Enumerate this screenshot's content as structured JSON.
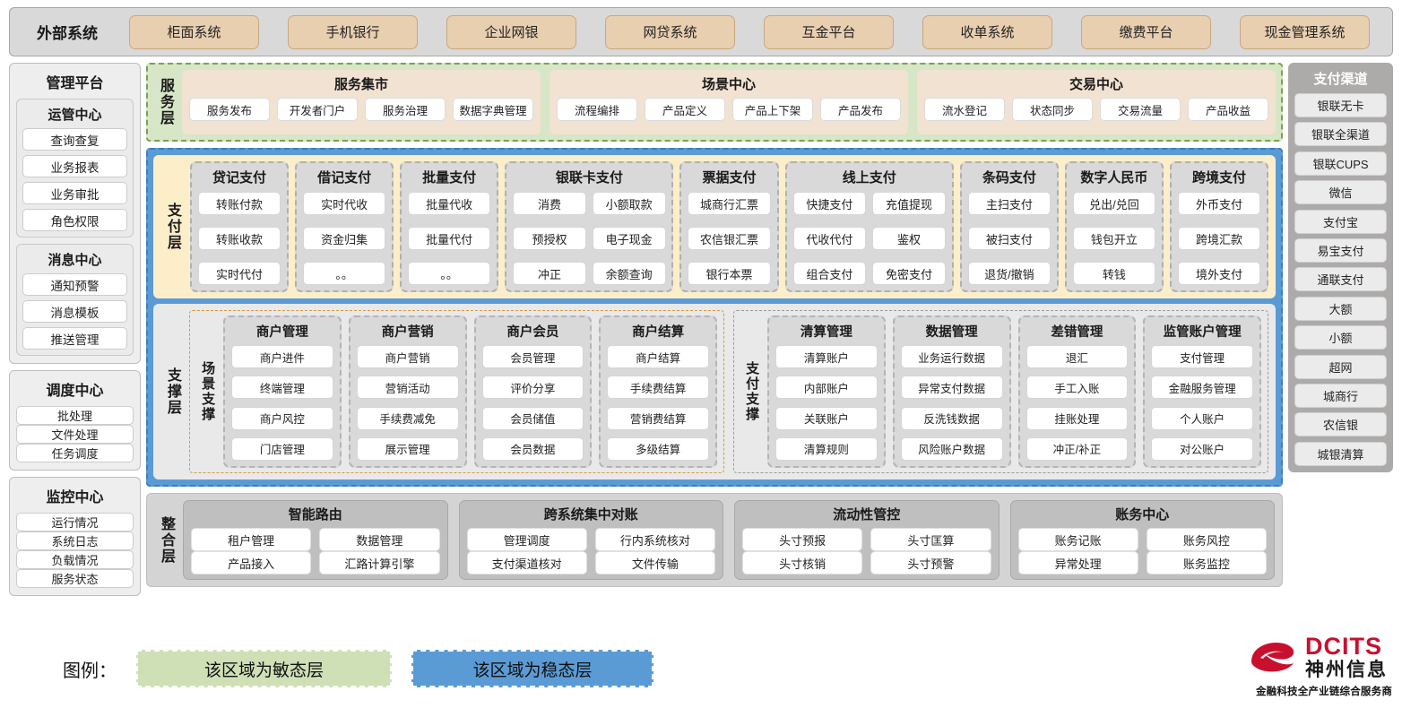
{
  "external": {
    "title": "外部系统",
    "systems": [
      "柜面系统",
      "手机银行",
      "企业网银",
      "网贷系统",
      "互金平台",
      "收单系统",
      "缴费平台",
      "现金管理系统"
    ]
  },
  "management": {
    "title": "管理平台",
    "groups": [
      {
        "title": "运管中心",
        "items": [
          "查询查复",
          "业务报表",
          "业务审批",
          "角色权限"
        ]
      },
      {
        "title": "消息中心",
        "items": [
          "通知预警",
          "消息模板",
          "推送管理"
        ]
      }
    ],
    "standalone": [
      {
        "title": "调度中心",
        "items": [
          "批处理",
          "文件处理",
          "任务调度"
        ]
      },
      {
        "title": "监控中心",
        "items": [
          "运行情况",
          "系统日志",
          "负载情况",
          "服务状态"
        ]
      }
    ]
  },
  "channels": {
    "title": "支付渠道",
    "items": [
      "银联无卡",
      "银联全渠道",
      "银联CUPS",
      "微信",
      "支付宝",
      "易宝支付",
      "通联支付",
      "大额",
      "小额",
      "超网",
      "城商行",
      "农信银",
      "城银清算"
    ]
  },
  "service_layer": {
    "label": "服务层",
    "groups": [
      {
        "title": "服务集市",
        "items": [
          "服务发布",
          "开发者门户",
          "服务治理",
          "数据字典管理"
        ]
      },
      {
        "title": "场景中心",
        "items": [
          "流程编排",
          "产品定义",
          "产品上下架",
          "产品发布"
        ]
      },
      {
        "title": "交易中心",
        "items": [
          "流水登记",
          "状态同步",
          "交易流量",
          "产品收益"
        ]
      }
    ]
  },
  "payment_layer": {
    "label": "支付层",
    "groups": [
      {
        "title": "贷记支付",
        "cols": 1,
        "rows": [
          [
            "转账付款"
          ],
          [
            "转账收款"
          ],
          [
            "实时代付"
          ]
        ]
      },
      {
        "title": "借记支付",
        "cols": 1,
        "rows": [
          [
            "实时代收"
          ],
          [
            "资金归集"
          ],
          [
            "。。"
          ]
        ]
      },
      {
        "title": "批量支付",
        "cols": 1,
        "rows": [
          [
            "批量代收"
          ],
          [
            "批量代付"
          ],
          [
            "。。"
          ]
        ]
      },
      {
        "title": "银联卡支付",
        "cols": 2,
        "rows": [
          [
            "消费",
            "小额取款"
          ],
          [
            "预授权",
            "电子现金"
          ],
          [
            "冲正",
            "余额查询"
          ]
        ]
      },
      {
        "title": "票据支付",
        "cols": 1,
        "rows": [
          [
            "城商行汇票"
          ],
          [
            "农信银汇票"
          ],
          [
            "银行本票"
          ]
        ]
      },
      {
        "title": "线上支付",
        "cols": 2,
        "rows": [
          [
            "快捷支付",
            "充值提现"
          ],
          [
            "代收代付",
            "鉴权"
          ],
          [
            "组合支付",
            "免密支付"
          ]
        ]
      },
      {
        "title": "条码支付",
        "cols": 1,
        "rows": [
          [
            "主扫支付"
          ],
          [
            "被扫支付"
          ],
          [
            "退货/撤销"
          ]
        ]
      },
      {
        "title": "数字人民币",
        "cols": 1,
        "rows": [
          [
            "兑出/兑回"
          ],
          [
            "钱包开立"
          ],
          [
            "转钱"
          ]
        ]
      },
      {
        "title": "跨境支付",
        "cols": 1,
        "rows": [
          [
            "外币支付"
          ],
          [
            "跨境汇款"
          ],
          [
            "境外支付"
          ]
        ]
      }
    ]
  },
  "support_layer": {
    "label": "支撑层",
    "zones": [
      {
        "label": "场景支撑",
        "cards": [
          {
            "title": "商户管理",
            "items": [
              "商户进件",
              "终端管理",
              "商户风控",
              "门店管理"
            ]
          },
          {
            "title": "商户营销",
            "items": [
              "商户营销",
              "营销活动",
              "手续费减免",
              "展示管理"
            ]
          },
          {
            "title": "商户会员",
            "items": [
              "会员管理",
              "评价分享",
              "会员储值",
              "会员数据"
            ]
          },
          {
            "title": "商户结算",
            "items": [
              "商户结算",
              "手续费结算",
              "营销费结算",
              "多级结算"
            ]
          }
        ]
      },
      {
        "label": "支付支撑",
        "cards": [
          {
            "title": "清算管理",
            "items": [
              "清算账户",
              "内部账户",
              "关联账户",
              "清算规则"
            ]
          },
          {
            "title": "数据管理",
            "items": [
              "业务运行数据",
              "异常支付数据",
              "反洗钱数据",
              "风险账户数据"
            ]
          },
          {
            "title": "差错管理",
            "items": [
              "退汇",
              "手工入账",
              "挂账处理",
              "冲正/补正"
            ]
          },
          {
            "title": "监管账户管理",
            "items": [
              "支付管理",
              "金融服务管理",
              "个人账户",
              "对公账户"
            ]
          }
        ]
      }
    ]
  },
  "integration_layer": {
    "label": "整合层",
    "groups": [
      {
        "title": "智能路由",
        "rows": [
          [
            "租户管理",
            "数据管理"
          ],
          [
            "产品接入",
            "汇路计算引擎"
          ]
        ]
      },
      {
        "title": "跨系统集中对账",
        "rows": [
          [
            "管理调度",
            "行内系统核对"
          ],
          [
            "支付渠道核对",
            "文件传输"
          ]
        ]
      },
      {
        "title": "流动性管控",
        "rows": [
          [
            "头寸预报",
            "头寸匡算"
          ],
          [
            "头寸核销",
            "头寸预警"
          ]
        ]
      },
      {
        "title": "账务中心",
        "rows": [
          [
            "账务记账",
            "账务风控"
          ],
          [
            "异常处理",
            "账务监控"
          ]
        ]
      }
    ]
  },
  "legend": {
    "label": "图例：",
    "agile": "该区域为敏态层",
    "stable": "该区域为稳态层",
    "agile_color": "#cfe0b6",
    "stable_color": "#5b9bd5"
  },
  "logo": {
    "brand": "DCITS",
    "brand_cn": "神州信息",
    "tagline": "金融科技全产业链综合服务商",
    "color": "#c8102e"
  }
}
